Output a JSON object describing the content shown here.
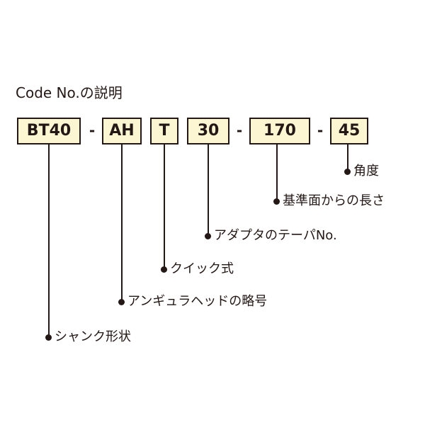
{
  "heading": "Code No.の説明",
  "code": {
    "segments": [
      "BT40",
      "AH",
      "T",
      "30",
      "170",
      "45"
    ],
    "separator": "-"
  },
  "descriptions": [
    "角度",
    "基準面からの長さ",
    "アダプタのテーパNo.",
    "クイック式",
    "アンギュラヘッドの略号",
    "シャンク形状"
  ],
  "colors": {
    "box_fill": "#fdf6d3",
    "line": "#231815"
  }
}
